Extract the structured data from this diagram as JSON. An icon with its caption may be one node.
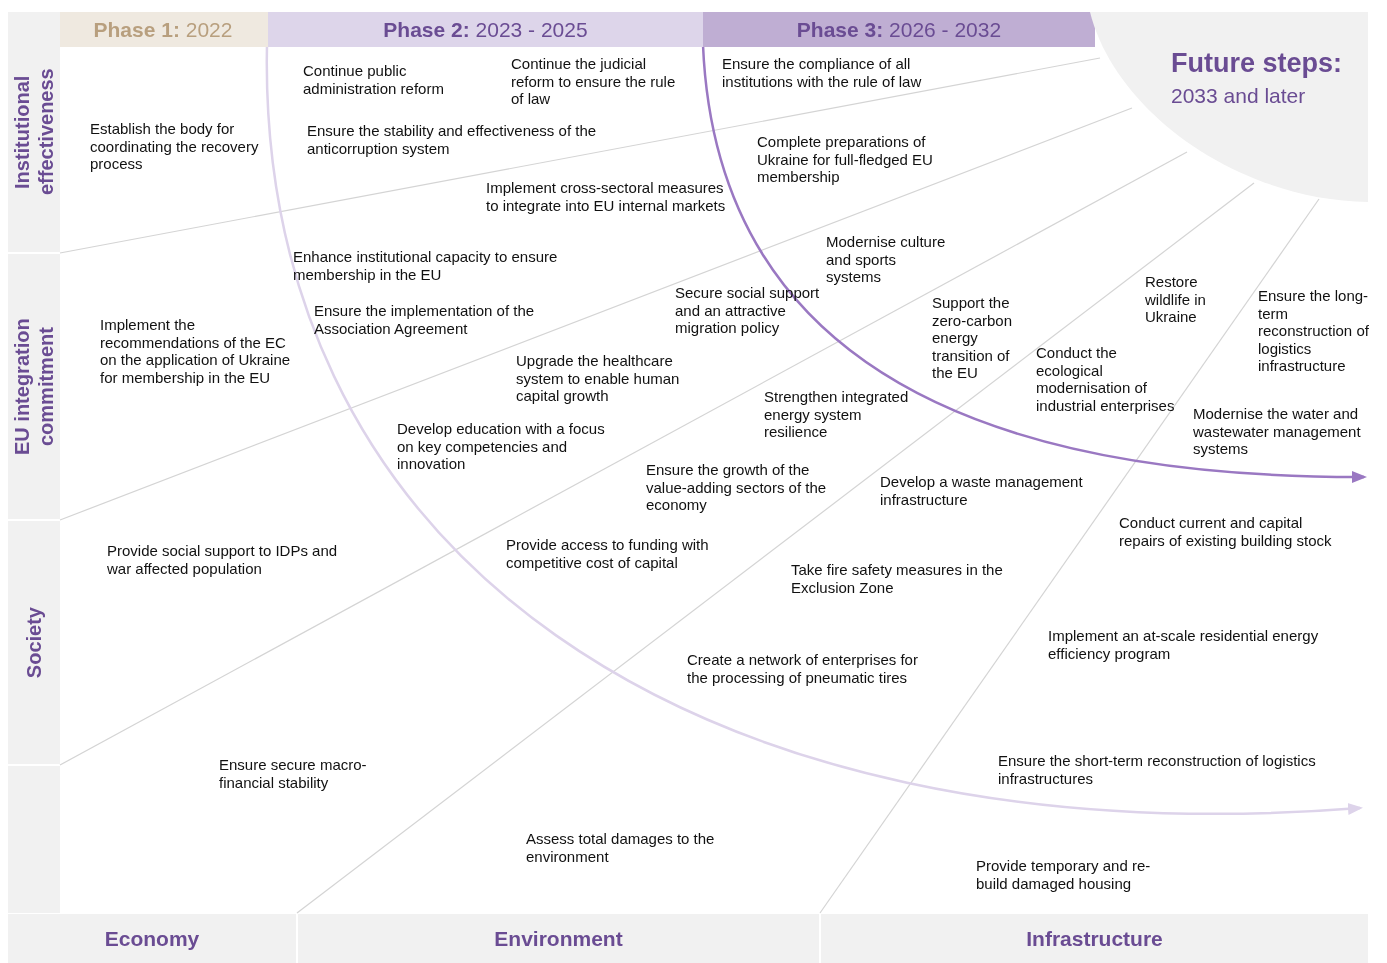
{
  "diagram": {
    "nodes": [
      {
        "text": [
          "**Phase 1:** 2022"
        ]
      },
      {
        "text": [
          "**Phase 2:** 2023 - 2025"
        ]
      },
      {
        "text": [
          "**Phase 3:** 2026 - 2032"
        ]
      },
      {
        "text": [
          "Future steps:",
          "2033 and later"
        ]
      },
      {
        "text": [
          "Institutional effectiveness"
        ]
      },
      {
        "text": [
          "EU integration commitment"
        ]
      },
      {
        "text": [
          "Society"
        ]
      },
      {
        "text": [
          "Economy"
        ]
      },
      {
        "text": [
          "Environment"
        ]
      },
      {
        "text": [
          "Infrastructure"
        ]
      }
    ],
    "labels": [
      "Continue public administration reform",
      "Continue the judicial reform to ensure the rule of law",
      "Ensure the compliance of all institutions with the rule of law",
      "Establish the body for coordinating the recovery process",
      "Ensure the stability and effectiveness of  the anticorruption system",
      "Complete preparations of Ukraine for full-fledged EU membership",
      "Implement cross-sectoral measures to integrate into EU internal markets",
      "Modernise culture and sports systems",
      "Enhance institutional capacity to ensure membership in the EU",
      "Secure social support and an attractive migration policy",
      "Support the zero-carbon energy transition of the EU",
      "Restore wildlife in Ukraine",
      "Ensure the long-term reconstruction of logistics infrastructure",
      "Ensure the implementation of the Association Agreement",
      "Implement the recommendations of the EC on the application of Ukraine for membership in the EU",
      "Conduct the ecological modernisation of industrial enterprises",
      "Upgrade the healthcare system to enable human capital growth",
      "Strengthen integrated energy system resilience",
      "Modernise the water and wastewater management systems",
      "Develop education with a focus on key competencies and innovation",
      "Ensure the growth of the value-adding sectors of the economy",
      "Develop a waste management infrastructure",
      "Conduct current and capital repairs of existing building stock",
      "Provide social support to IDPs and war affected population",
      "Provide access to funding with competitive cost of capital",
      "Take fire safety measures in the Exclusion Zone",
      "Implement an at-scale residential energy efficiency program",
      "Create a network of enterprises for the processing of pneumatic tires",
      "Ensure secure macro-financial stability",
      "Ensure the short-term reconstruction of logistics infrastructures",
      "Assess total damages to the environment",
      "Provide temporary and re-build damaged housing"
    ]
  }
}
